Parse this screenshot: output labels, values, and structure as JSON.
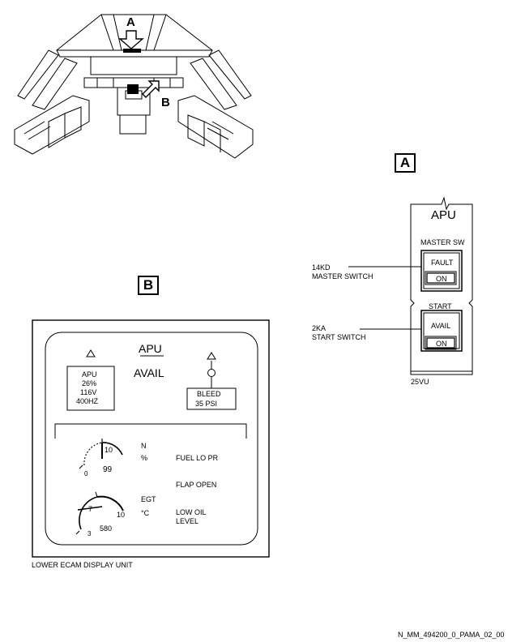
{
  "cockpit": {
    "callout_a": "A",
    "callout_b": "B"
  },
  "detail_a": {
    "title": "A",
    "panel_title": "APU",
    "master_group_label": "MASTER SW",
    "master_fault": "FAULT",
    "master_on": "ON",
    "start_group_label": "START",
    "start_avail": "AVAIL",
    "start_on": "ON",
    "panel_id": "25VU",
    "master_ref_line1": "14KD",
    "master_ref_line2": "MASTER SWITCH",
    "start_ref_line1": "2KA",
    "start_ref_line2": "START SWITCH"
  },
  "detail_b": {
    "title": "B",
    "apu_title": "APU",
    "avail": "AVAIL",
    "apu_box": [
      "APU",
      "26%",
      "116V",
      "400HZ"
    ],
    "bleed_line1": "BLEED",
    "bleed_line2": "35 PSI",
    "n_label": "N",
    "n_unit": "%",
    "n_value": "99",
    "n_scale_max": "10",
    "n_scale_min": "0",
    "egt_label": "EGT",
    "egt_unit": "°C",
    "egt_value": "580",
    "egt_scale_7": "7",
    "egt_scale_10": "10",
    "egt_scale_3": "3",
    "msg_fuel": "FUEL LO PR",
    "msg_flap": "FLAP OPEN",
    "msg_oil_1": "LOW OIL",
    "msg_oil_2": "LEVEL",
    "caption": "LOWER ECAM DISPLAY UNIT"
  },
  "footer_code": "N_MM_494200_0_PAMA_02_00"
}
